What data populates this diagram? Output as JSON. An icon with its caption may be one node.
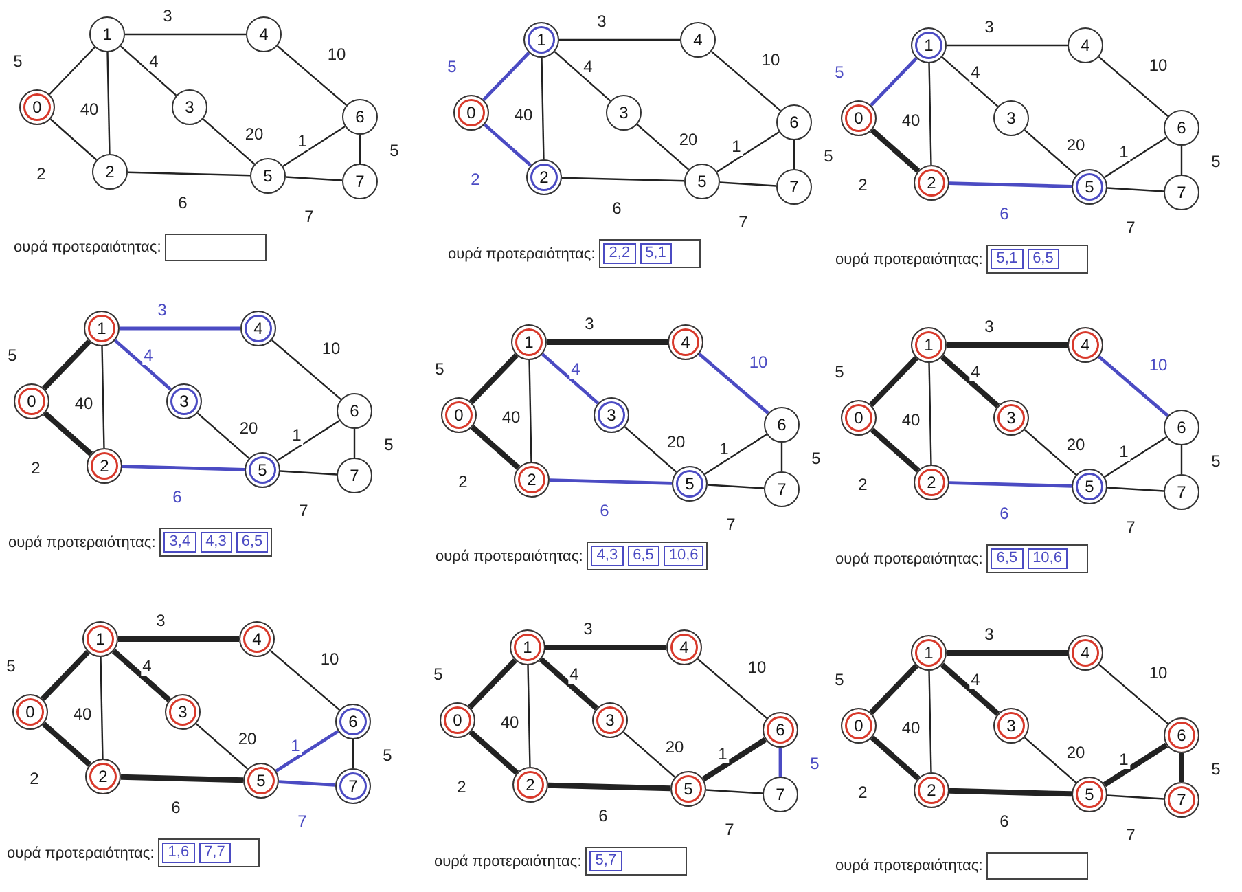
{
  "diagram": {
    "nodes": [
      {
        "text": [
          "0"
        ]
      },
      {
        "text": [
          "1"
        ]
      },
      {
        "text": [
          "2"
        ]
      },
      {
        "text": [
          "3"
        ]
      },
      {
        "text": [
          "4"
        ]
      },
      {
        "text": [
          "5"
        ]
      },
      {
        "text": [
          "6"
        ]
      },
      {
        "text": [
          "7"
        ]
      },
      {
        "text": [
          "ουρά προτεραιότητας:"
        ]
      },
      {
        "text": [
          "0"
        ]
      },
      {
        "text": [
          "1"
        ]
      },
      {
        "text": [
          "2"
        ]
      },
      {
        "text": [
          "3"
        ]
      },
      {
        "text": [
          "4"
        ]
      },
      {
        "text": [
          "5"
        ]
      },
      {
        "text": [
          "6"
        ]
      },
      {
        "text": [
          "7"
        ]
      },
      {
        "text": [
          "ουρά προτεραιότητας:"
        ]
      },
      {
        "text": [
          "2,2"
        ],
        "in": 17
      },
      {
        "text": [
          "5,1"
        ],
        "in": 17
      },
      {
        "text": [
          "0"
        ]
      },
      {
        "text": [
          "1"
        ]
      },
      {
        "text": [
          "2"
        ]
      },
      {
        "text": [
          "3"
        ]
      },
      {
        "text": [
          "4"
        ]
      },
      {
        "text": [
          "5"
        ]
      },
      {
        "text": [
          "6"
        ]
      },
      {
        "text": [
          "7"
        ]
      },
      {
        "text": [
          "ουρά προτεραιότητας:"
        ]
      },
      {
        "text": [
          "5,1"
        ],
        "in": 28
      },
      {
        "text": [
          "6,5"
        ],
        "in": 28
      },
      {
        "text": [
          "0"
        ]
      },
      {
        "text": [
          "1"
        ]
      },
      {
        "text": [
          "2"
        ]
      },
      {
        "text": [
          "3"
        ]
      },
      {
        "text": [
          "4"
        ]
      },
      {
        "text": [
          "5"
        ]
      },
      {
        "text": [
          "6"
        ]
      },
      {
        "text": [
          "7"
        ]
      },
      {
        "text": [
          "ουρά προτεραιότητας:"
        ]
      },
      {
        "text": [
          "3,4"
        ],
        "in": 39
      },
      {
        "text": [
          "4,3"
        ],
        "in": 39
      },
      {
        "text": [
          "6,5"
        ],
        "in": 39
      },
      {
        "text": [
          "0"
        ]
      },
      {
        "text": [
          "1"
        ]
      },
      {
        "text": [
          "2"
        ]
      },
      {
        "text": [
          "3"
        ]
      },
      {
        "text": [
          "4"
        ]
      },
      {
        "text": [
          "5"
        ]
      },
      {
        "text": [
          "6"
        ]
      },
      {
        "text": [
          "7"
        ]
      },
      {
        "text": [
          "ουρά προτεραιότητας:"
        ]
      },
      {
        "text": [
          "4,3"
        ],
        "in": 51
      },
      {
        "text": [
          "6,5"
        ],
        "in": 51
      },
      {
        "text": [
          "10,6"
        ],
        "in": 51
      },
      {
        "text": [
          "0"
        ]
      },
      {
        "text": [
          "1"
        ]
      },
      {
        "text": [
          "2"
        ]
      },
      {
        "text": [
          "3"
        ]
      },
      {
        "text": [
          "4"
        ]
      },
      {
        "text": [
          "5"
        ]
      },
      {
        "text": [
          "6"
        ]
      },
      {
        "text": [
          "7"
        ]
      },
      {
        "text": [
          "ουρά προτεραιότητας:"
        ]
      },
      {
        "text": [
          "6,5"
        ],
        "in": 63
      },
      {
        "text": [
          "10,6"
        ],
        "in": 63
      },
      {
        "text": [
          "0"
        ]
      },
      {
        "text": [
          "1"
        ]
      },
      {
        "text": [
          "2"
        ]
      },
      {
        "text": [
          "3"
        ]
      },
      {
        "text": [
          "4"
        ]
      },
      {
        "text": [
          "5"
        ]
      },
      {
        "text": [
          "6"
        ]
      },
      {
        "text": [
          "7"
        ]
      },
      {
        "text": [
          "ουρά προτεραιότητας:"
        ]
      },
      {
        "text": [
          "1,6"
        ],
        "in": 74
      },
      {
        "text": [
          "7,7"
        ],
        "in": 74
      },
      {
        "text": [
          "0"
        ]
      },
      {
        "text": [
          "1"
        ]
      },
      {
        "text": [
          "2"
        ]
      },
      {
        "text": [
          "3"
        ]
      },
      {
        "text": [
          "4"
        ]
      },
      {
        "text": [
          "5"
        ]
      },
      {
        "text": [
          "6"
        ]
      },
      {
        "text": [
          "7"
        ]
      },
      {
        "text": [
          "ουρά προτεραιότητας:"
        ]
      },
      {
        "text": [
          "5,7"
        ],
        "in": 85
      },
      {
        "text": [
          "0"
        ]
      },
      {
        "text": [
          "1"
        ]
      },
      {
        "text": [
          "2"
        ]
      },
      {
        "text": [
          "3"
        ]
      },
      {
        "text": [
          "4"
        ]
      },
      {
        "text": [
          "5"
        ]
      },
      {
        "text": [
          "6"
        ]
      },
      {
        "text": [
          "7"
        ]
      },
      {
        "text": [
          "ουρά προτεραιότητας:"
        ]
      }
    ],
    "edges": [
      {
        "from": 0,
        "to": 1,
        "arrow": "none",
        "label": "5"
      },
      {
        "from": 0,
        "to": 2,
        "arrow": "none",
        "label": "2"
      },
      {
        "from": 1,
        "to": 2,
        "arrow": "none",
        "label": "40"
      },
      {
        "from": 1,
        "to": 4,
        "arrow": "none",
        "label": "3"
      },
      {
        "from": 1,
        "to": 3,
        "arrow": "none",
        "label": "4"
      },
      {
        "from": 3,
        "to": 5,
        "arrow": "none",
        "label": "20"
      },
      {
        "from": 4,
        "to": 6,
        "arrow": "none",
        "label": "10"
      },
      {
        "from": 5,
        "to": 6,
        "arrow": "none",
        "label": "1"
      },
      {
        "from": 6,
        "to": 7,
        "arrow": "none",
        "label": "5"
      },
      {
        "from": 2,
        "to": 5,
        "arrow": "none",
        "label": "6"
      },
      {
        "from": 5,
        "to": 7,
        "arrow": "none",
        "label": "7"
      },
      {
        "from": 9,
        "to": 10,
        "arrow": "none",
        "label": "5",
        "color": "#4b4bc3"
      },
      {
        "from": 9,
        "to": 11,
        "arrow": "none",
        "label": "2",
        "color": "#4b4bc3"
      },
      {
        "from": 10,
        "to": 11,
        "arrow": "none",
        "label": "40"
      },
      {
        "from": 10,
        "to": 13,
        "arrow": "none",
        "label": "3"
      },
      {
        "from": 10,
        "to": 12,
        "arrow": "none",
        "label": "4"
      },
      {
        "from": 12,
        "to": 14,
        "arrow": "none",
        "label": "20"
      },
      {
        "from": 13,
        "to": 15,
        "arrow": "none",
        "label": "10"
      },
      {
        "from": 14,
        "to": 15,
        "arrow": "none",
        "label": "1"
      },
      {
        "from": 15,
        "to": 16,
        "arrow": "none",
        "label": "5"
      },
      {
        "from": 11,
        "to": 14,
        "arrow": "none",
        "label": "6"
      },
      {
        "from": 14,
        "to": 16,
        "arrow": "none",
        "label": "7"
      },
      {
        "from": 20,
        "to": 21,
        "arrow": "none",
        "label": "5",
        "color": "#4b4bc3"
      },
      {
        "from": 20,
        "to": 22,
        "arrow": "none",
        "label": "2",
        "style": "thick"
      },
      {
        "from": 21,
        "to": 22,
        "arrow": "none",
        "label": "40"
      },
      {
        "from": 21,
        "to": 24,
        "arrow": "none",
        "label": "3"
      },
      {
        "from": 21,
        "to": 23,
        "arrow": "none",
        "label": "4"
      },
      {
        "from": 23,
        "to": 25,
        "arrow": "none",
        "label": "20"
      },
      {
        "from": 24,
        "to": 26,
        "arrow": "none",
        "label": "10"
      },
      {
        "from": 25,
        "to": 26,
        "arrow": "none",
        "label": "1"
      },
      {
        "from": 26,
        "to": 27,
        "arrow": "none",
        "label": "5"
      },
      {
        "from": 22,
        "to": 25,
        "arrow": "none",
        "label": "6",
        "color": "#4b4bc3"
      },
      {
        "from": 25,
        "to": 27,
        "arrow": "none",
        "label": "7"
      },
      {
        "from": 31,
        "to": 32,
        "arrow": "none",
        "label": "5",
        "style": "thick"
      },
      {
        "from": 31,
        "to": 33,
        "arrow": "none",
        "label": "2",
        "style": "thick"
      },
      {
        "from": 32,
        "to": 33,
        "arrow": "none",
        "label": "40"
      },
      {
        "from": 32,
        "to": 35,
        "arrow": "none",
        "label": "3",
        "color": "#4b4bc3"
      },
      {
        "from": 32,
        "to": 34,
        "arrow": "none",
        "label": "4",
        "color": "#4b4bc3"
      },
      {
        "from": 34,
        "to": 36,
        "arrow": "none",
        "label": "20"
      },
      {
        "from": 35,
        "to": 37,
        "arrow": "none",
        "label": "10"
      },
      {
        "from": 36,
        "to": 37,
        "arrow": "none",
        "label": "1"
      },
      {
        "from": 37,
        "to": 38,
        "arrow": "none",
        "label": "5"
      },
      {
        "from": 33,
        "to": 36,
        "arrow": "none",
        "label": "6",
        "color": "#4b4bc3"
      },
      {
        "from": 36,
        "to": 38,
        "arrow": "none",
        "label": "7"
      },
      {
        "from": 43,
        "to": 44,
        "arrow": "none",
        "label": "5",
        "style": "thick"
      },
      {
        "from": 43,
        "to": 45,
        "arrow": "none",
        "label": "2",
        "style": "thick"
      },
      {
        "from": 44,
        "to": 45,
        "arrow": "none",
        "label": "40"
      },
      {
        "from": 44,
        "to": 47,
        "arrow": "none",
        "label": "3",
        "style": "thick"
      },
      {
        "from": 44,
        "to": 46,
        "arrow": "none",
        "label": "4",
        "color": "#4b4bc3"
      },
      {
        "from": 46,
        "to": 48,
        "arrow": "none",
        "label": "20"
      },
      {
        "from": 49,
        "to": 47,
        "arrow": "none",
        "label": "10",
        "color": "#4b4bc3"
      },
      {
        "from": 48,
        "to": 49,
        "arrow": "none",
        "label": "1"
      },
      {
        "from": 49,
        "to": 50,
        "arrow": "none",
        "label": "5"
      },
      {
        "from": 45,
        "to": 48,
        "arrow": "none",
        "label": "6",
        "color": "#4b4bc3"
      },
      {
        "from": 48,
        "to": 50,
        "arrow": "none",
        "label": "7"
      },
      {
        "from": 55,
        "to": 56,
        "arrow": "none",
        "label": "5",
        "style": "thick"
      },
      {
        "from": 55,
        "to": 57,
        "arrow": "none",
        "label": "2",
        "style": "thick"
      },
      {
        "from": 56,
        "to": 57,
        "arrow": "none",
        "label": "40"
      },
      {
        "from": 56,
        "to": 59,
        "arrow": "none",
        "label": "3",
        "style": "thick"
      },
      {
        "from": 56,
        "to": 58,
        "arrow": "none",
        "label": "4",
        "style": "thick"
      },
      {
        "from": 58,
        "to": 60,
        "arrow": "none",
        "label": "20"
      },
      {
        "from": 61,
        "to": 59,
        "arrow": "none",
        "label": "10",
        "color": "#4b4bc3"
      },
      {
        "from": 60,
        "to": 61,
        "arrow": "none",
        "label": "1"
      },
      {
        "from": 61,
        "to": 62,
        "arrow": "none",
        "label": "5"
      },
      {
        "from": 57,
        "to": 60,
        "arrow": "none",
        "label": "6",
        "color": "#4b4bc3"
      },
      {
        "from": 60,
        "to": 62,
        "arrow": "none",
        "label": "7"
      },
      {
        "from": 66,
        "to": 67,
        "arrow": "none",
        "label": "5",
        "style": "thick"
      },
      {
        "from": 66,
        "to": 68,
        "arrow": "none",
        "label": "2",
        "style": "thick"
      },
      {
        "from": 67,
        "to": 68,
        "arrow": "none",
        "label": "40"
      },
      {
        "from": 67,
        "to": 70,
        "arrow": "none",
        "label": "3",
        "style": "thick"
      },
      {
        "from": 67,
        "to": 69,
        "arrow": "none",
        "label": "4",
        "style": "thick"
      },
      {
        "from": 69,
        "to": 71,
        "arrow": "none",
        "label": "20"
      },
      {
        "from": 70,
        "to": 72,
        "arrow": "none",
        "label": "10"
      },
      {
        "from": 71,
        "to": 72,
        "arrow": "none",
        "label": "1",
        "color": "#4b4bc3"
      },
      {
        "from": 72,
        "to": 73,
        "arrow": "none",
        "label": "5"
      },
      {
        "from": 68,
        "to": 71,
        "arrow": "none",
        "label": "6",
        "style": "thick"
      },
      {
        "from": 71,
        "to": 73,
        "arrow": "none",
        "label": "7",
        "color": "#4b4bc3"
      },
      {
        "from": 77,
        "to": 78,
        "arrow": "none",
        "label": "5",
        "style": "thick"
      },
      {
        "from": 77,
        "to": 79,
        "arrow": "none",
        "label": "2",
        "style": "thick"
      },
      {
        "from": 78,
        "to": 79,
        "arrow": "none",
        "label": "40"
      },
      {
        "from": 78,
        "to": 81,
        "arrow": "none",
        "label": "3",
        "style": "thick"
      },
      {
        "from": 78,
        "to": 80,
        "arrow": "none",
        "label": "4",
        "style": "thick"
      },
      {
        "from": 80,
        "to": 82,
        "arrow": "none",
        "label": "20"
      },
      {
        "from": 81,
        "to": 83,
        "arrow": "none",
        "label": "10"
      },
      {
        "from": 82,
        "to": 83,
        "arrow": "none",
        "label": "1",
        "style": "thick"
      },
      {
        "from": 84,
        "to": 83,
        "arrow": "none",
        "label": "5",
        "color": "#4b4bc3"
      },
      {
        "from": 79,
        "to": 82,
        "arrow": "none",
        "label": "6",
        "style": "thick"
      },
      {
        "from": 82,
        "to": 84,
        "arrow": "none",
        "label": "7"
      },
      {
        "from": 87,
        "to": 88,
        "arrow": "none",
        "label": "5",
        "style": "thick"
      },
      {
        "from": 87,
        "to": 89,
        "arrow": "none",
        "label": "2",
        "style": "thick"
      },
      {
        "from": 88,
        "to": 89,
        "arrow": "none",
        "label": "40"
      },
      {
        "from": 88,
        "to": 91,
        "arrow": "none",
        "label": "3",
        "style": "thick"
      },
      {
        "from": 88,
        "to": 90,
        "arrow": "none",
        "label": "4",
        "style": "thick"
      },
      {
        "from": 90,
        "to": 92,
        "arrow": "none",
        "label": "20"
      },
      {
        "from": 91,
        "to": 93,
        "arrow": "none",
        "label": "10"
      },
      {
        "from": 92,
        "to": 93,
        "arrow": "none",
        "label": "1",
        "style": "thick"
      },
      {
        "from": 93,
        "to": 94,
        "arrow": "none",
        "label": "5",
        "style": "thick"
      },
      {
        "from": 89,
        "to": 92,
        "arrow": "none",
        "label": "6",
        "style": "thick"
      },
      {
        "from": 92,
        "to": 94,
        "arrow": "none",
        "label": "7"
      }
    ]
  }
}
